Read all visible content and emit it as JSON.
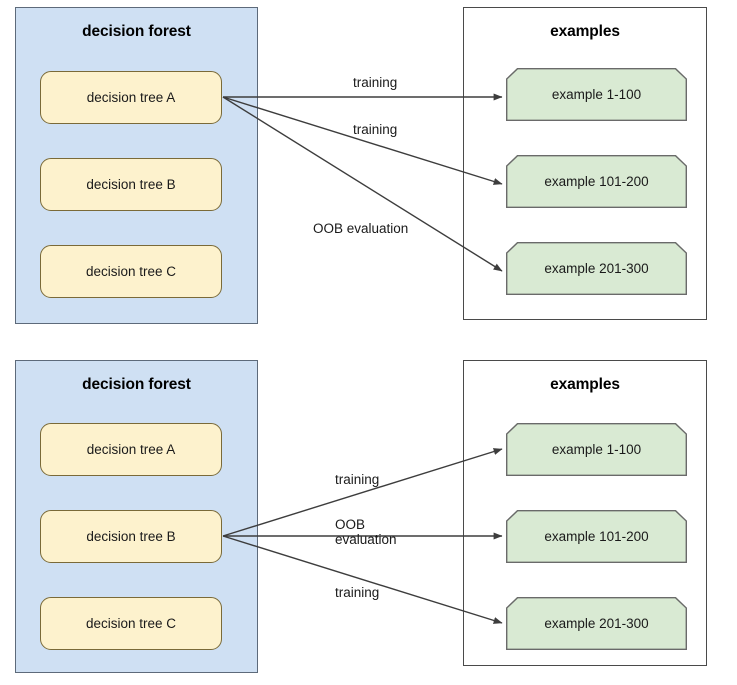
{
  "diagrams": [
    {
      "id": "top",
      "forest": {
        "title": "decision forest",
        "trees": [
          {
            "label": "decision tree A",
            "active": true
          },
          {
            "label": "decision tree B",
            "active": false
          },
          {
            "label": "decision tree C",
            "active": false
          }
        ]
      },
      "examples": {
        "title": "examples",
        "items": [
          {
            "label": "example 1-100"
          },
          {
            "label": "example 101-200"
          },
          {
            "label": "example 201-300"
          }
        ]
      },
      "edges": [
        {
          "from": "decision tree A",
          "to": "example 1-100",
          "label": "training"
        },
        {
          "from": "decision tree A",
          "to": "example 101-200",
          "label": "training"
        },
        {
          "from": "decision tree A",
          "to": "example 201-300",
          "label": "OOB evaluation"
        }
      ]
    },
    {
      "id": "bottom",
      "forest": {
        "title": "decision forest",
        "trees": [
          {
            "label": "decision tree A",
            "active": false
          },
          {
            "label": "decision tree B",
            "active": true
          },
          {
            "label": "decision tree C",
            "active": false
          }
        ]
      },
      "examples": {
        "title": "examples",
        "items": [
          {
            "label": "example 1-100"
          },
          {
            "label": "example 101-200"
          },
          {
            "label": "example 201-300"
          }
        ]
      },
      "edges": [
        {
          "from": "decision tree B",
          "to": "example 1-100",
          "label": "training"
        },
        {
          "from": "decision tree B",
          "to": "example 101-200",
          "label_line1": "OOB",
          "label_line2": "evaluation"
        },
        {
          "from": "decision tree B",
          "to": "example 201-300",
          "label": "training"
        }
      ]
    }
  ],
  "colors": {
    "forest_fill": "#cfe0f3",
    "forest_stroke": "#5d6a7a",
    "tree_fill": "#fdf2cd",
    "tree_stroke": "#7a6a38",
    "example_fill": "#d9ead3",
    "example_stroke": "#6a6a6a",
    "panel_stroke": "#4a4a4a",
    "arrow_stroke": "#3d3d3d"
  }
}
